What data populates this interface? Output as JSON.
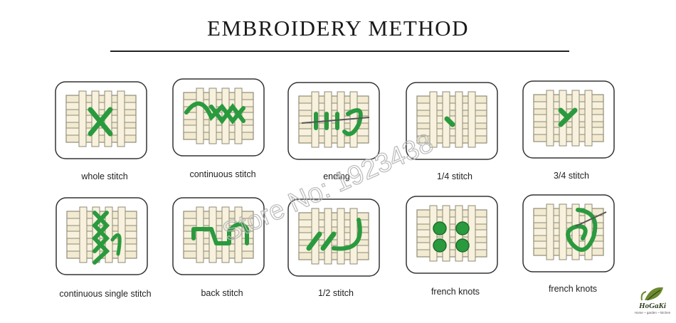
{
  "title": "EMBROIDERY METHOD",
  "row1": [
    "whole stitch",
    "continuous stitch",
    "ending",
    "1/4 stitch",
    "3/4 stitch"
  ],
  "row2": [
    "continuous single stitch",
    "back stitch",
    "1/2 stitch",
    "french knots",
    "french knots"
  ],
  "watermark": "Store No: 1923438",
  "logo": {
    "name": "HoGaKi",
    "tagline": "Home ~ garden ~ kitchen"
  },
  "colors": {
    "thread": "#2a9a3e",
    "fabric": "#f2ead1",
    "fabric_line": "#8f8b76",
    "numbers": "#c0392b"
  }
}
